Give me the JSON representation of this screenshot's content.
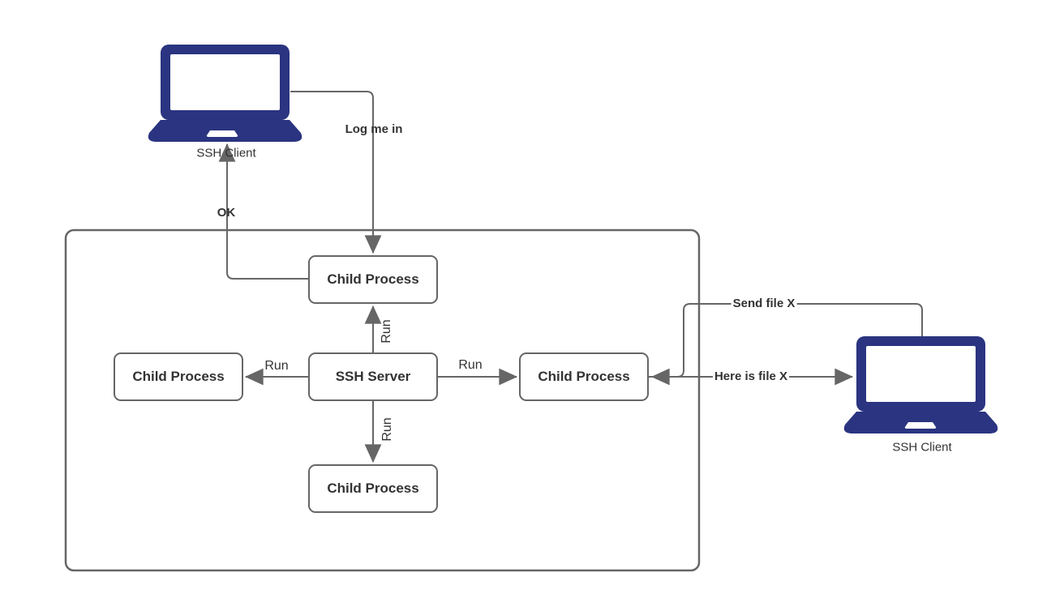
{
  "diagram": {
    "title_hint": "SSH client-server process diagram",
    "colors": {
      "laptop_fill": "#2b3480",
      "line": "#666666",
      "text": "#333333",
      "background": "#ffffff"
    },
    "nodes": {
      "server": {
        "label": "SSH Server"
      },
      "child_top": {
        "label": "Child Process"
      },
      "child_left": {
        "label": "Child Process"
      },
      "child_right": {
        "label": "Child Process"
      },
      "child_bottom": {
        "label": "Child Process"
      }
    },
    "clients": {
      "left": {
        "label": "SSH Client",
        "icon": "laptop-icon"
      },
      "right": {
        "label": "SSH Client",
        "icon": "laptop-icon"
      }
    },
    "edge_labels": {
      "log_me_in": "Log me in",
      "ok": "OK",
      "run_up": "Run",
      "run_left": "Run",
      "run_right": "Run",
      "run_down": "Run",
      "send_file": "Send file X",
      "here_is_file": "Here is file X"
    }
  }
}
